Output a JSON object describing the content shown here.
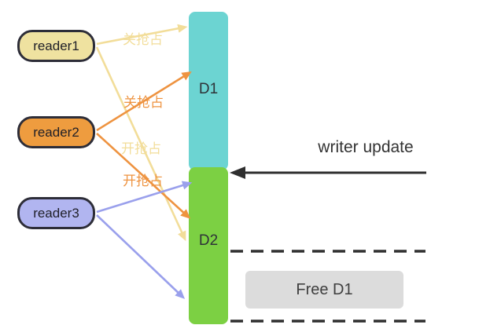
{
  "colors": {
    "d1_fill": "#6cd4d2",
    "d2_fill": "#7cd043",
    "reader1_fill": "#efe2a0",
    "reader2_fill": "#ee9c3f",
    "reader3_fill": "#b1b5f0",
    "node_border": "#2d2d38",
    "yellow_arrow": "#f2dd99",
    "orange_arrow": "#ee9340",
    "blue_arrow": "#9aa0ec",
    "dark_line": "#2f2f2f",
    "free_box_fill": "#dcdcdc"
  },
  "readers": [
    {
      "label": "reader1"
    },
    {
      "label": "reader2"
    },
    {
      "label": "reader3"
    }
  ],
  "blocks": {
    "d1": "D1",
    "d2": "D2"
  },
  "arrow_labels": {
    "reader1_enter": "关抢占",
    "reader2_enter": "关抢占",
    "reader1_exit": "开抢占",
    "reader2_exit": "开抢占"
  },
  "writer": {
    "label": "writer update"
  },
  "free_box": {
    "label": "Free D1"
  }
}
